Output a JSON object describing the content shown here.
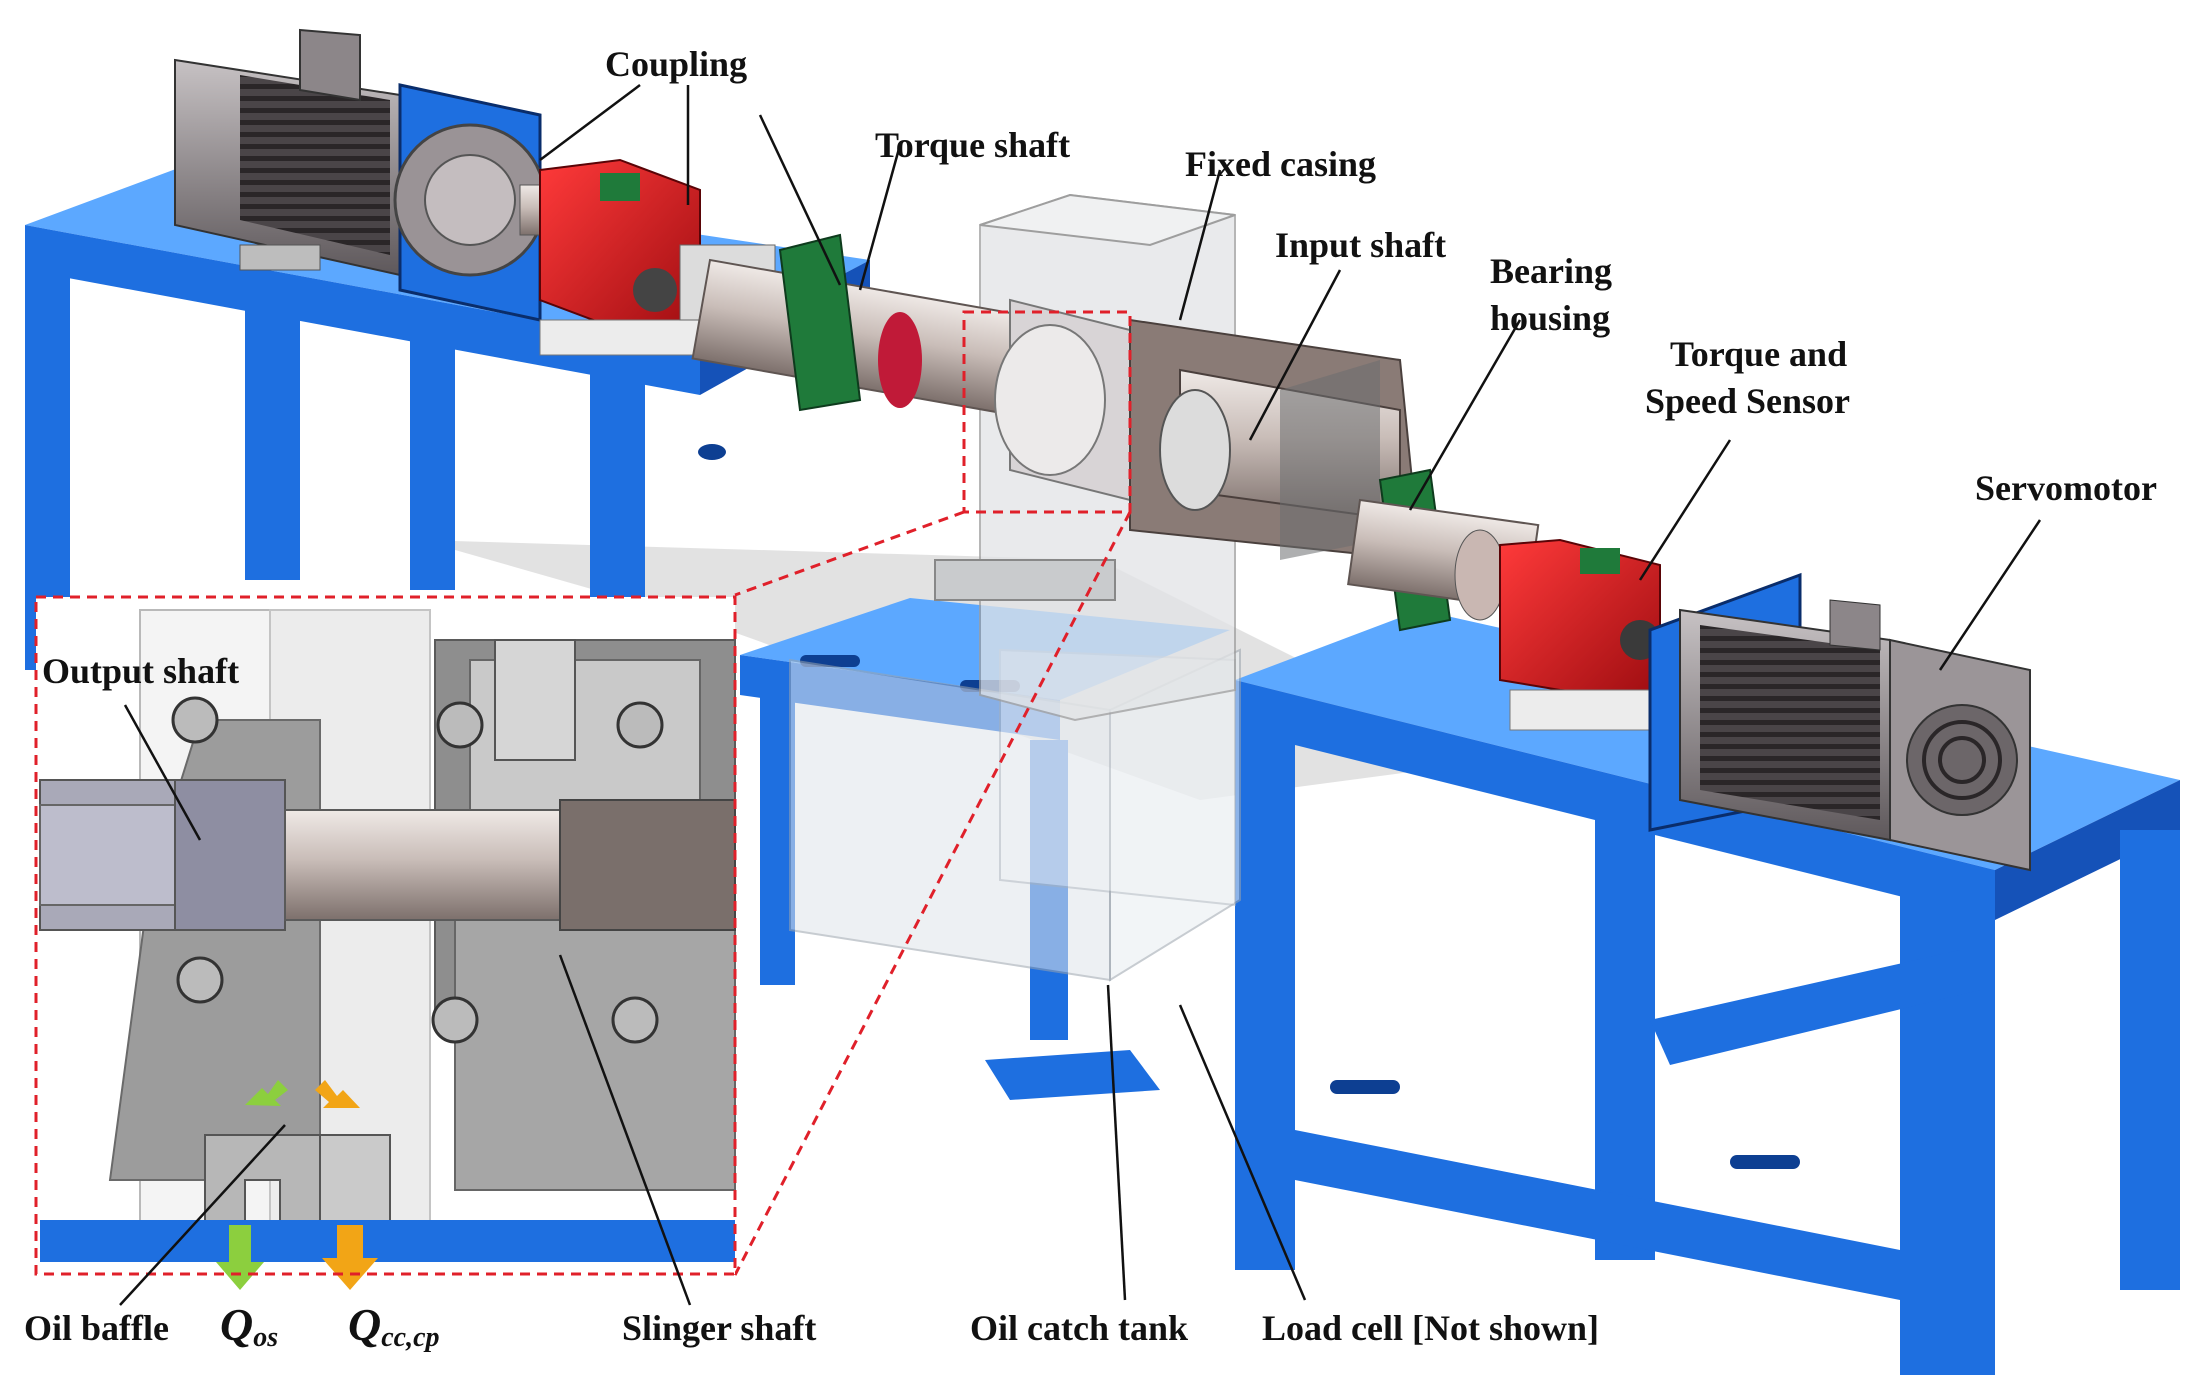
{
  "labels": {
    "coupling": "Coupling",
    "torque_shaft": "Torque shaft",
    "fixed_casing": "Fixed casing",
    "input_shaft": "Input shaft",
    "bearing_housing_1": "Bearing",
    "bearing_housing_2": "housing",
    "torque_sensor_1": "Torque and",
    "torque_sensor_2": "Speed Sensor",
    "servomotor": "Servomotor",
    "output_shaft": "Output shaft",
    "oil_baffle": "Oil baffle",
    "q_os_main": "Q",
    "q_os_sub": "os",
    "q_cccp_main": "Q",
    "q_cccp_sub": "cc,cp",
    "slinger_shaft": "Slinger shaft",
    "oil_catch_tank": "Oil catch tank",
    "load_cell": "Load cell [Not shown]"
  },
  "colors": {
    "frame_blue": "#1e6fe0",
    "sensor_red": "#d8161b",
    "bearing_green": "#1f7a3a",
    "callout_red": "#e0202a",
    "flow_green": "#8ccf3e",
    "flow_orange": "#f2a516"
  }
}
